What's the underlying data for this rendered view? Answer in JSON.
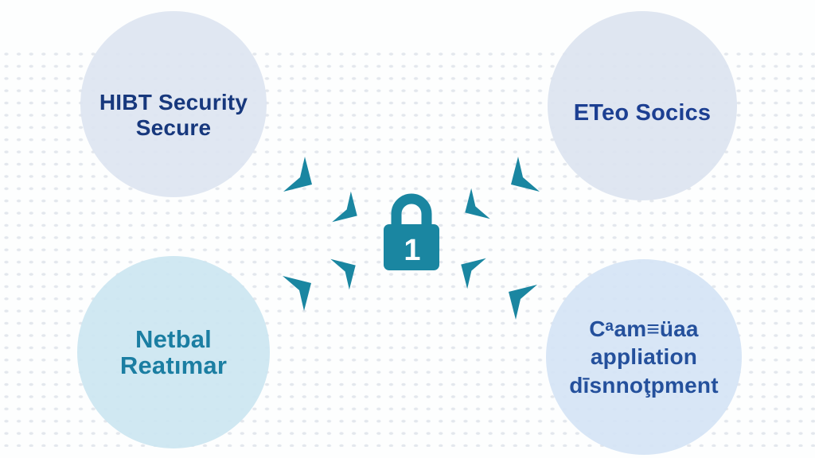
{
  "diagram": {
    "title": "security diagram with central padlock and four nodes",
    "background_dot_color": "#dee3ea",
    "accent_teal": "#1a86a1",
    "accent_navy": "#1c3f92"
  },
  "lock": {
    "icon": "padlock-icon",
    "digit": "1",
    "color": "#1a86a1",
    "digit_color": "#ffffff"
  },
  "arrows": {
    "color": "#1a86a1",
    "count": 8,
    "description": "teal boomerang arrowheads pointing toward center lock"
  },
  "circles": {
    "top_left": {
      "fill": "#dde4f1",
      "text_color": "#17387d",
      "lines": [
        "HIBT Security",
        "Secure"
      ]
    },
    "top_right": {
      "fill": "#dce3f0",
      "text_color": "#1c3f92",
      "lines": [
        "ETeo Socics"
      ]
    },
    "bottom_left": {
      "fill": "#cce6f1",
      "text_color": "#1b7ea2",
      "lines": [
        "Netbal",
        "Reatımar"
      ]
    },
    "bottom_right": {
      "fill": "#d4e3f5",
      "text_color": "#24509c",
      "lines": [
        "Cᵃam≡üaa",
        "appliation",
        "dīsnnoţpment"
      ]
    }
  }
}
